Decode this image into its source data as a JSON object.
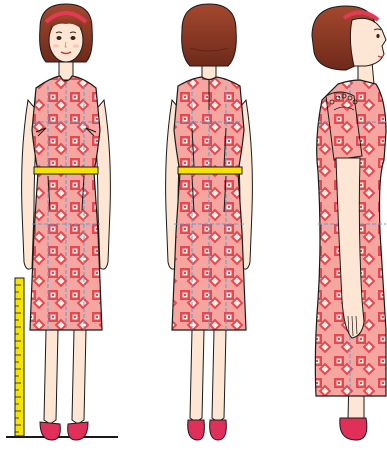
{
  "figures": [
    {
      "view": "front",
      "name": "figure-front-view"
    },
    {
      "view": "back",
      "name": "figure-back-view"
    },
    {
      "view": "side",
      "name": "figure-side-view"
    }
  ],
  "colors": {
    "dress": "#f6a6a0",
    "dress_pattern_outer": "#e8474f",
    "dress_pattern_inner": "#fdf0e8",
    "guide_lines": "#5aa0d8",
    "waist_band": "#f5e400",
    "hair": "#8a3a26",
    "headband": "#e23a54",
    "skin": "#fde6d4",
    "shoes": "#e0305a",
    "ruler": "#f5e400",
    "outline": "#1a1a1a"
  },
  "icons": [
    "measuring-ruler-icon"
  ]
}
